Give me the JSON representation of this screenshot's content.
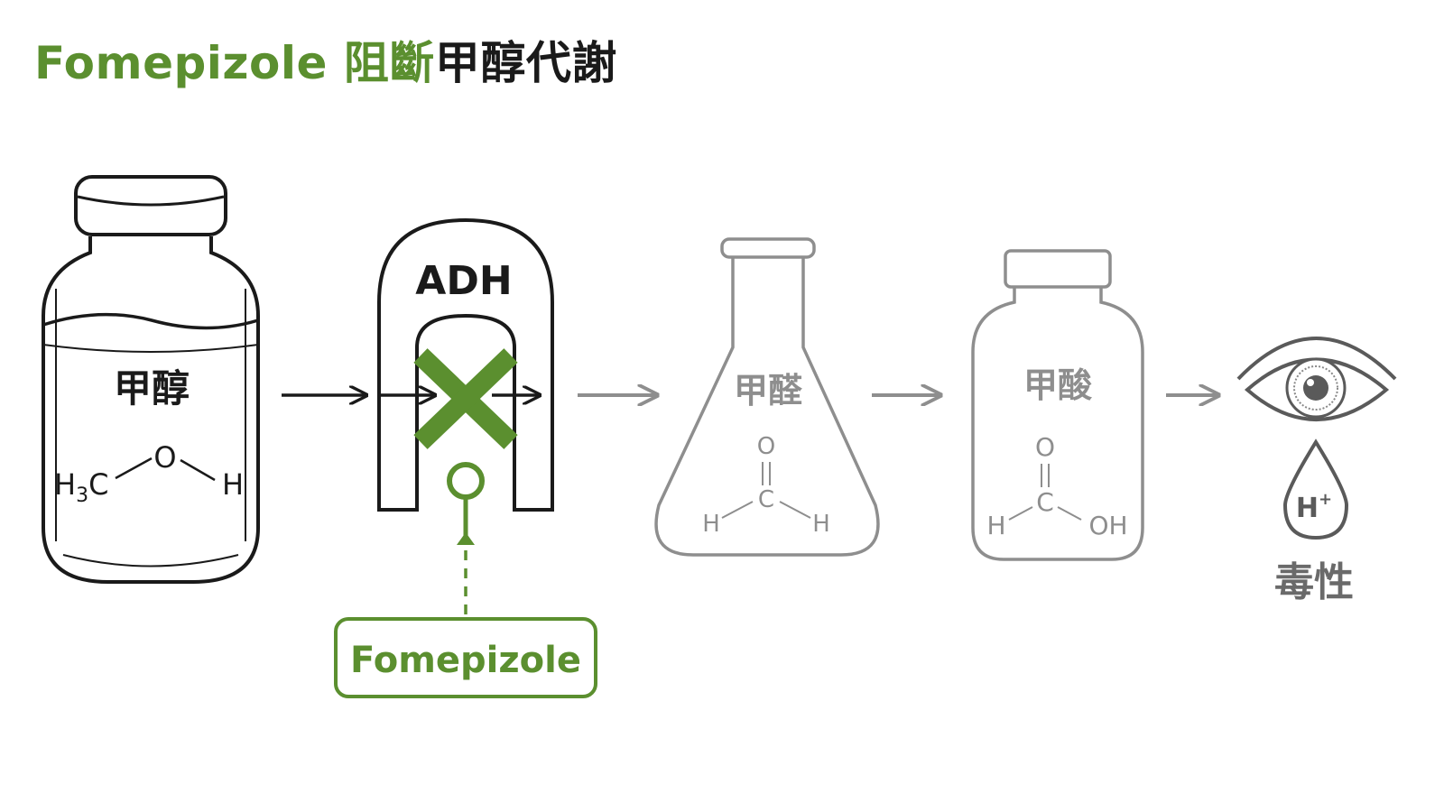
{
  "title": {
    "part1": "Fomepizole 阻斷",
    "part2": "甲醇代謝"
  },
  "methanol": {
    "name": "甲醇",
    "atom_o": "O",
    "left_group": "H",
    "left_sub": "3",
    "left_c": "C",
    "right_h": "H"
  },
  "enzyme": {
    "name": "ADH"
  },
  "inhibitor": {
    "name": "Fomepizole"
  },
  "formaldehyde": {
    "name": "甲醛",
    "atom_o": "O",
    "atom_c": "C",
    "left_h": "H",
    "right_h": "H"
  },
  "formic_acid": {
    "name": "甲酸",
    "atom_o": "O",
    "atom_c": "C",
    "left_h": "H",
    "right_oh": "OH"
  },
  "toxicity": {
    "ion": "H",
    "charge": "+",
    "label": "毒性"
  },
  "colors": {
    "green": "#5b8f2f",
    "dark": "#1a1a1a",
    "gray": "#8e8e8e"
  }
}
